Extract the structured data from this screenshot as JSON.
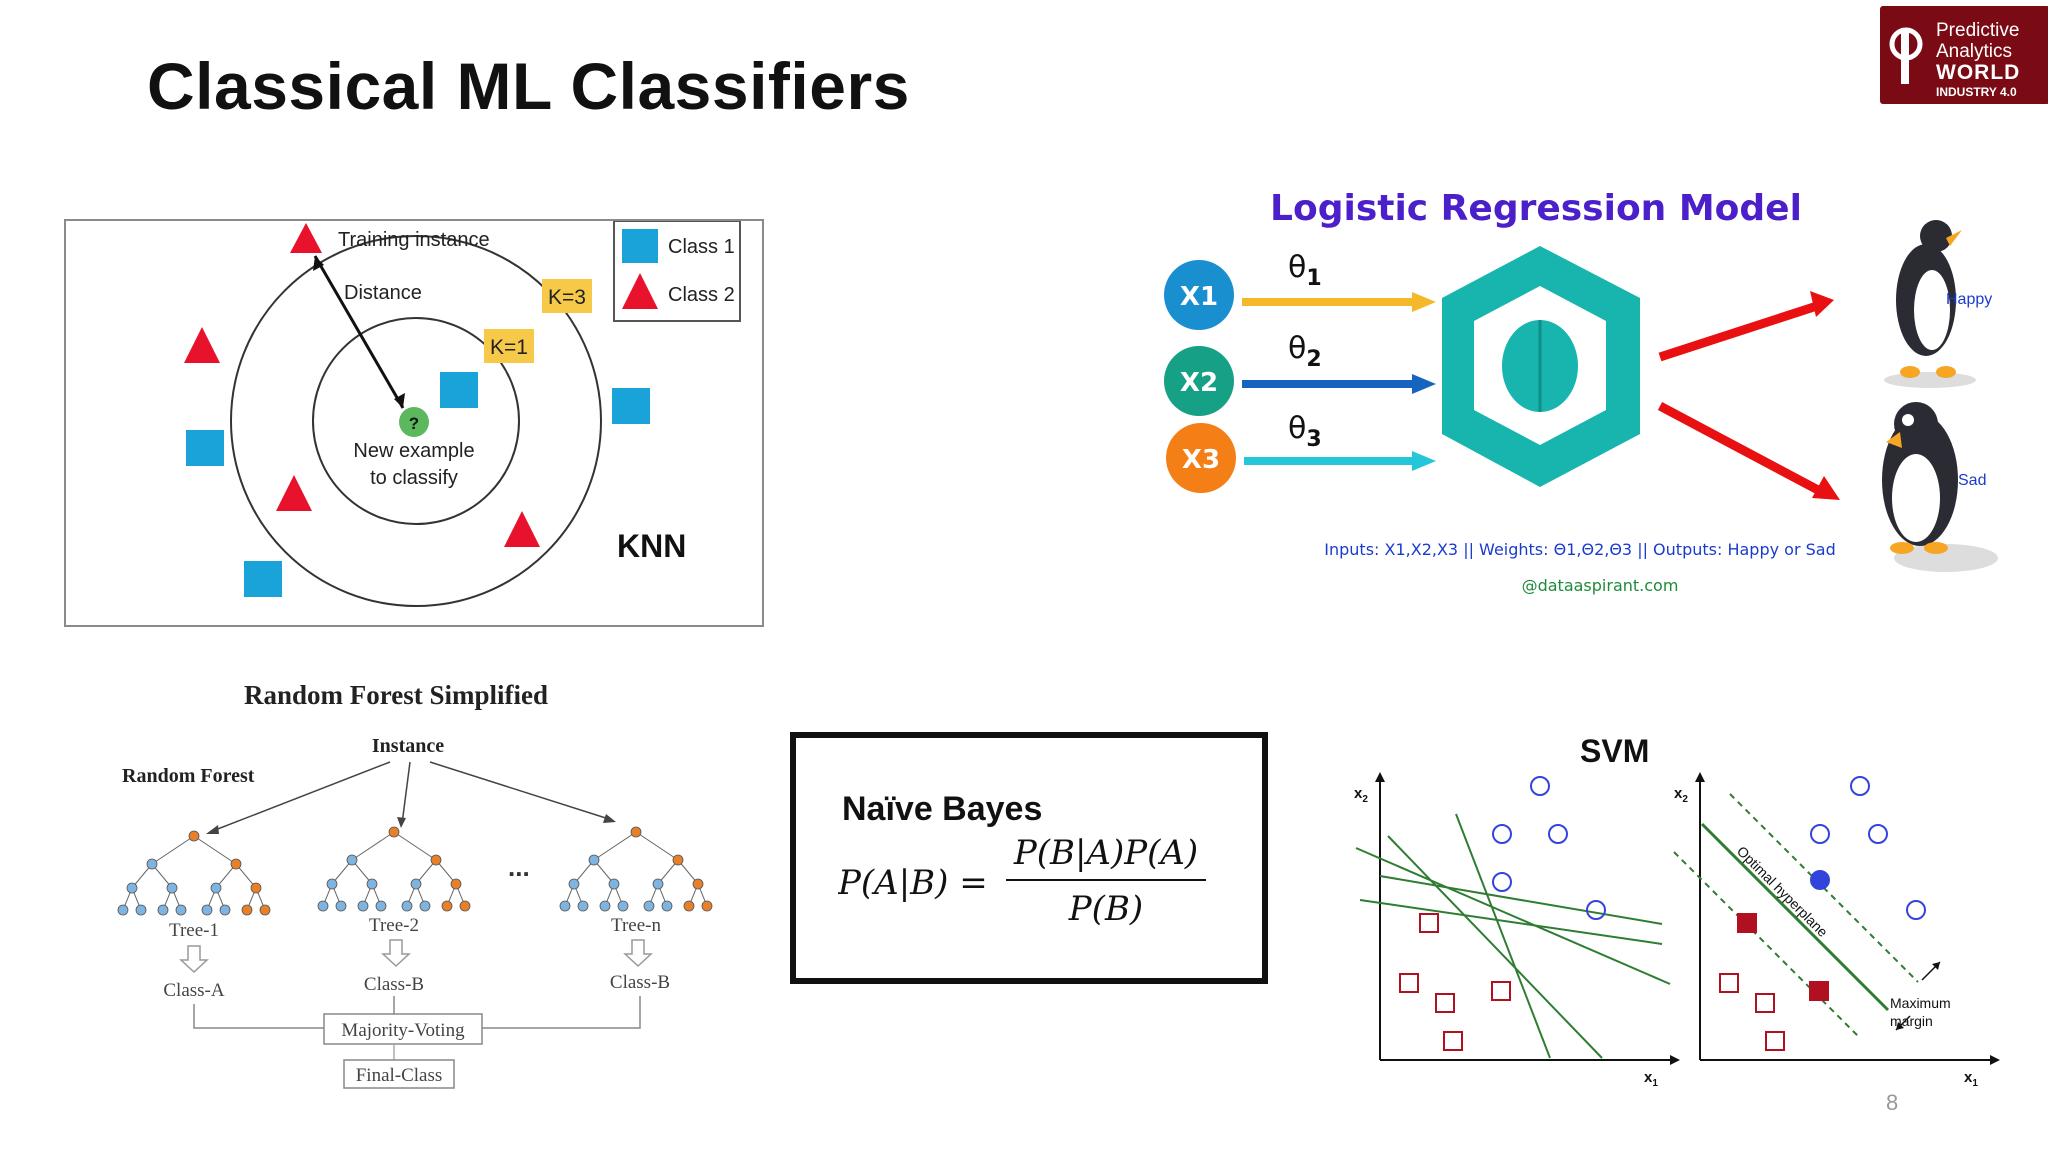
{
  "slide": {
    "title": "Classical ML Classifiers",
    "page_number": "8"
  },
  "logo": {
    "line1": "Predictive",
    "line2": "Analytics",
    "line3": "WORLD",
    "line4": "INDUSTRY 4.0",
    "bg_color": "#7a0a14"
  },
  "knn": {
    "label": "KNN",
    "training_instance": "Training instance",
    "distance": "Distance",
    "k3": "K=3",
    "k1": "K=1",
    "question_mark": "?",
    "new_example_line1": "New example",
    "new_example_line2": "to classify",
    "legend_class1": "Class 1",
    "legend_class2": "Class 2",
    "class1_color": "#1aa3d9",
    "class2_color": "#e8122d",
    "k_badge_color": "#f7c948",
    "new_point_color": "#5cb85c"
  },
  "logreg": {
    "title": "Logistic Regression Model",
    "x1": "X1",
    "x2": "X2",
    "x3": "X3",
    "theta1": "θ",
    "theta1_sub": "1",
    "theta2": "θ",
    "theta2_sub": "2",
    "theta3": "θ",
    "theta3_sub": "3",
    "happy": "Happy",
    "sad": "Sad",
    "caption": "Inputs: X1,X2,X3 || Weights: Θ1,Θ2,Θ3 || Outputs: Happy or Sad",
    "credit": "@dataaspirant.com",
    "title_color": "#4b1fc9",
    "x1_color": "#1a8fd0",
    "x2_color": "#16a085",
    "x3_color": "#f57f17",
    "hex_color": "#17b5ad"
  },
  "rf": {
    "title": "Random Forest Simplified",
    "instance": "Instance",
    "random_forest": "Random Forest",
    "tree1": "Tree-1",
    "tree2": "Tree-2",
    "treen": "Tree-n",
    "dots": "...",
    "class_a": "Class-A",
    "class_b1": "Class-B",
    "class_b2": "Class-B",
    "majority_voting": "Majority-Voting",
    "final_class": "Final-Class"
  },
  "nb": {
    "label": "Naïve Bayes",
    "lhs": "P(A|B) =",
    "numerator": "P(B|A)P(A)",
    "denominator": "P(B)"
  },
  "svm": {
    "title": "SVM",
    "x2_label": "x",
    "x2_sub": "2",
    "x1_label": "x",
    "x1_sub": "1",
    "optimal_hyperplane": "Optimal hyperplane",
    "maximum": "Maximum",
    "margin": "margin",
    "circle_color": "#3344dd",
    "square_color": "#b01020",
    "line_color": "#2e7d32"
  }
}
